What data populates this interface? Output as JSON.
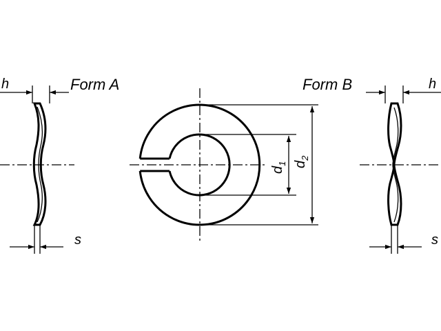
{
  "labels": {
    "form_a": "Form  A",
    "form_b": "Form  B",
    "h_left": "h",
    "h_right": "h",
    "s_left": "s",
    "s_right": "s",
    "d1_base": "d",
    "d1_sub": "1",
    "d2_base": "d",
    "d2_sub": "2"
  }
}
